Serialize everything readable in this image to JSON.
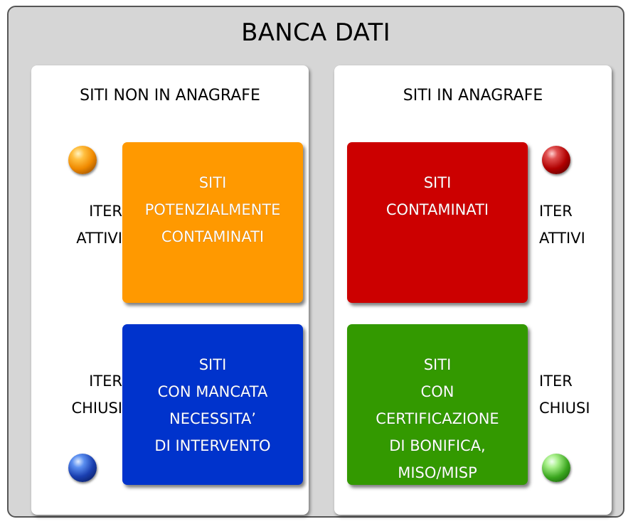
{
  "title": "BANCA DATI",
  "colors": {
    "orange": "#FF9900",
    "red": "#CC0000",
    "blue": "#0033CC",
    "green": "#339900"
  },
  "left_panel": {
    "heading": "SITI NON IN ANAGRAFE",
    "top_label": "ITER\nATTIVI",
    "bottom_label": "ITER\nCHIUSI",
    "top_box": "SITI\nPOTENZIALMENTE\nCONTAMINATI",
    "bottom_box": "SITI\nCON MANCATA\nNECESSITA’\nDI INTERVENTO",
    "top_indicator": "orange-ball-icon",
    "bottom_indicator": "blue-ball-icon"
  },
  "right_panel": {
    "heading": "SITI IN ANAGRAFE",
    "top_label": "ITER\nATTIVI",
    "bottom_label": "ITER\nCHIUSI",
    "top_box": "SITI\nCONTAMINATI",
    "bottom_box": "SITI\nCON\nCERTIFICAZIONE\nDI BONIFICA,\nMISO/MISP",
    "top_indicator": "red-ball-icon",
    "bottom_indicator": "green-ball-icon"
  }
}
